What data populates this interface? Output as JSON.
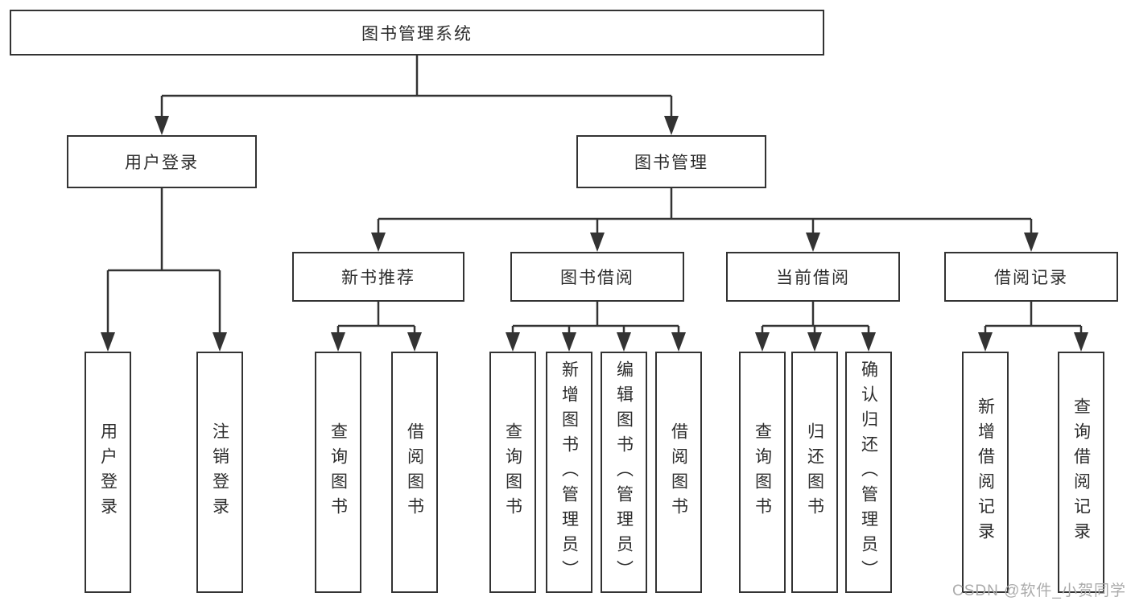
{
  "diagram": {
    "type": "hierarchy-tree",
    "tree": {
      "root": {
        "label": "图书管理系统"
      },
      "branches": [
        {
          "label": "用户登录",
          "children": [
            {
              "label": "用户登录"
            },
            {
              "label": "注销登录"
            }
          ]
        },
        {
          "label": "图书管理",
          "sections": [
            {
              "label": "新书推荐",
              "children": [
                {
                  "label": "查询图书"
                },
                {
                  "label": "借阅图书"
                }
              ]
            },
            {
              "label": "图书借阅",
              "children": [
                {
                  "label": "查询图书"
                },
                {
                  "label": "新增图书（管理员）"
                },
                {
                  "label": "编辑图书（管理员）"
                },
                {
                  "label": "借阅图书"
                }
              ]
            },
            {
              "label": "当前借阅",
              "children": [
                {
                  "label": "查询图书"
                },
                {
                  "label": "归还图书"
                },
                {
                  "label": "确认归还（管理员）"
                }
              ]
            },
            {
              "label": "借阅记录",
              "children": [
                {
                  "label": "新增借阅记录"
                },
                {
                  "label": "查询借阅记录"
                }
              ]
            }
          ]
        }
      ]
    },
    "watermark": {
      "text": "CSDN @软件_小贺同学"
    },
    "colors": {
      "line": "#333333",
      "text": "#2d2d2d",
      "box_background": "#ffffff",
      "watermark": "#ababab"
    }
  }
}
